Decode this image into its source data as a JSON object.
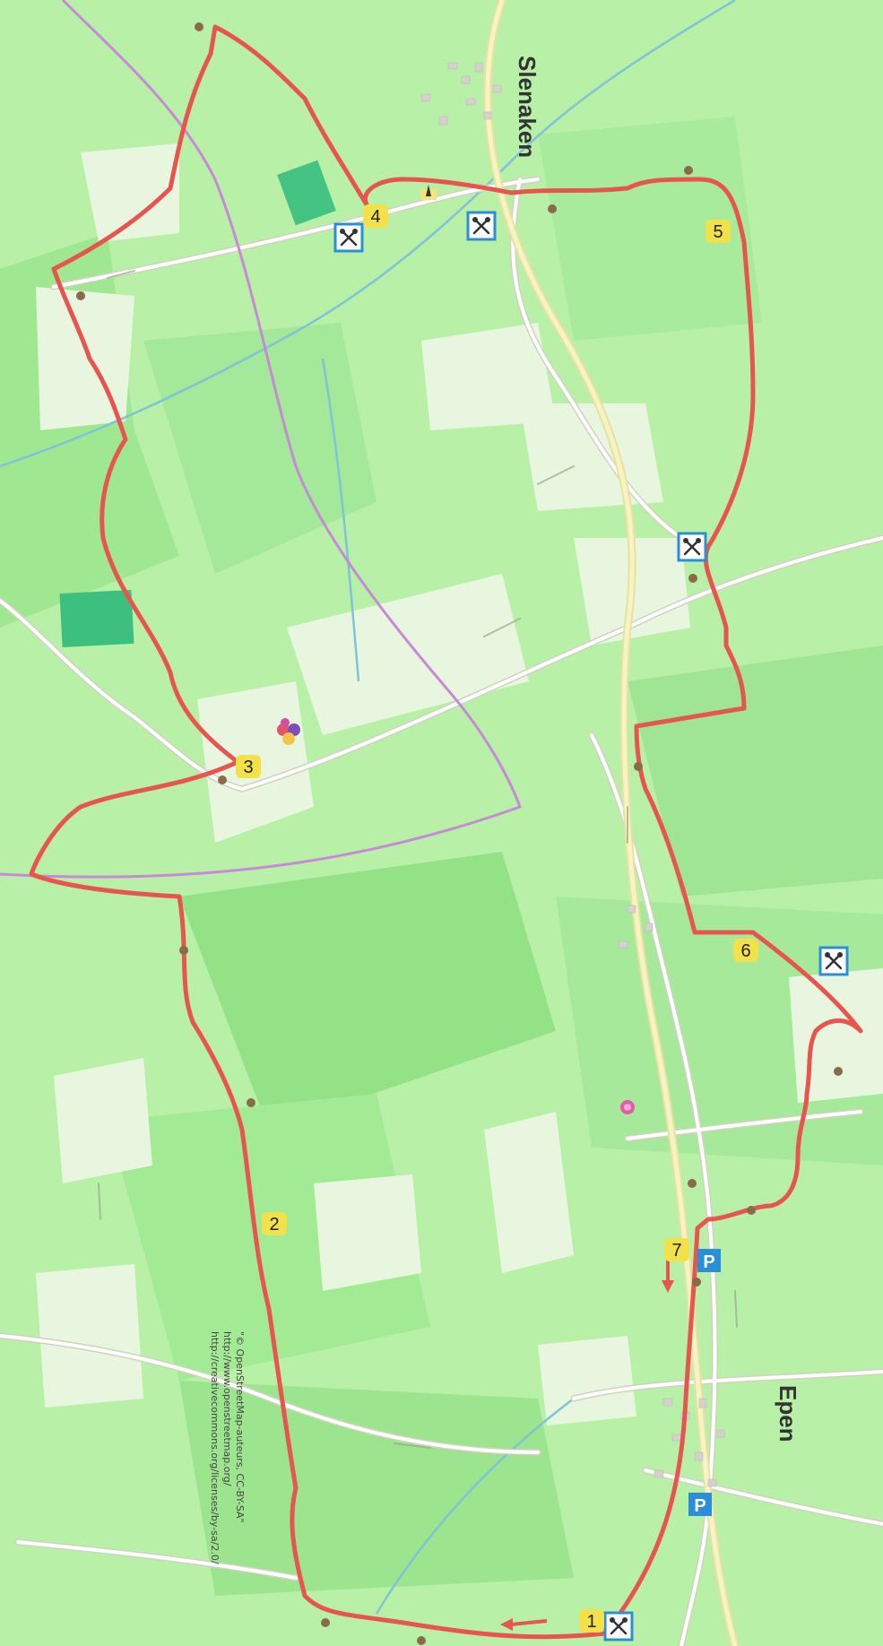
{
  "map": {
    "places": {
      "slenaken": "Slenaken",
      "epen": "Epen"
    },
    "waypoints": [
      "1",
      "2",
      "3",
      "4",
      "5",
      "6",
      "7"
    ],
    "attribution": {
      "line1": "\"© OpenStreetMap-auteurs, CC-BY-SA\"",
      "line2": "http://www.openstreetmap.org/",
      "line3": "http://creativecommons.org/licenses/by-sa/2.0/"
    },
    "parking_letter": "P",
    "route_color": "#e8554f",
    "border_color": "#c78ad6",
    "water_color": "#7fc4d6"
  }
}
